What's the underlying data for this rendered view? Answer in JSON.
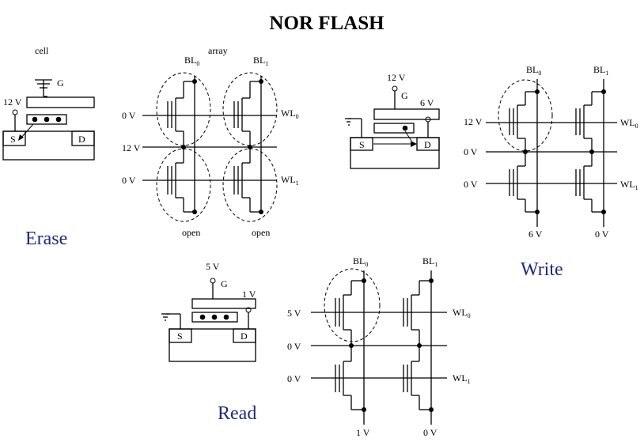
{
  "title": "NOR FLASH",
  "captions": {
    "erase": "Erase",
    "write": "Write",
    "read": "Read"
  },
  "labels": {
    "cell": "cell",
    "array": "array"
  },
  "terminals": {
    "gate": "G",
    "source": "S",
    "drain": "D"
  },
  "erase": {
    "cell": {
      "source_v": "12 V"
    },
    "array": {
      "bitlines": [
        "BL",
        "BL"
      ],
      "bitline_subs": [
        "0",
        "1"
      ],
      "wordlines": [
        "WL",
        "WL"
      ],
      "wordline_subs": [
        "0",
        "1"
      ],
      "row_voltages": [
        "0 V",
        "12 V",
        "0 V"
      ],
      "bottom": [
        "open",
        "open"
      ]
    }
  },
  "write": {
    "cell": {
      "gate_v": "12 V",
      "drain_v": "6 V"
    },
    "array": {
      "bitlines": [
        "BL",
        "BL"
      ],
      "bitline_subs": [
        "0",
        "1"
      ],
      "wordlines": [
        "WL",
        "WL"
      ],
      "wordline_subs": [
        "0",
        "1"
      ],
      "row_voltages": [
        "12 V",
        "0 V",
        "0 V"
      ],
      "bottom": [
        "6 V",
        "0 V"
      ]
    }
  },
  "read": {
    "cell": {
      "gate_v": "5 V",
      "drain_v": "1 V"
    },
    "array": {
      "bitlines": [
        "BL",
        "BL"
      ],
      "bitline_subs": [
        "0",
        "1"
      ],
      "wordlines": [
        "WL",
        "WL"
      ],
      "wordline_subs": [
        "0",
        "1"
      ],
      "row_voltages": [
        "5 V",
        "0 V",
        "0 V"
      ],
      "bottom": [
        "1 V",
        "0 V"
      ]
    }
  }
}
